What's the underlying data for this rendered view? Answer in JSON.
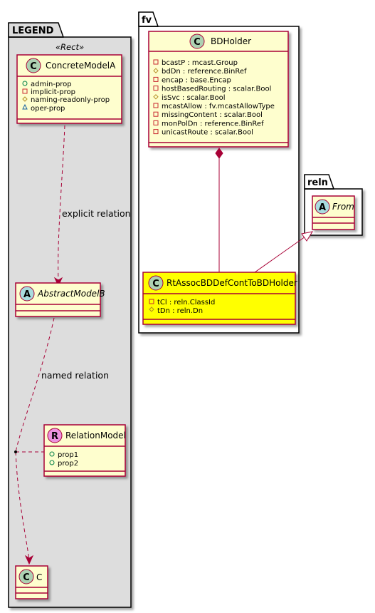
{
  "legend": {
    "package_name": "LEGEND",
    "stereotype": "«Rect»",
    "concrete": {
      "glyph": "C",
      "name": "ConcreteModelA",
      "attributes": [
        {
          "vis": "public",
          "text": "admin-prop"
        },
        {
          "vis": "private",
          "text": "implicit-prop"
        },
        {
          "vis": "protected",
          "text": "naming-readonly-prop"
        },
        {
          "vis": "package",
          "text": "oper-prop"
        }
      ]
    },
    "abstract": {
      "glyph": "A",
      "name": "AbstractModelB"
    },
    "relation_model": {
      "glyph": "R",
      "name": "RelationModel",
      "attributes": [
        {
          "vis": "public",
          "text": "prop1"
        },
        {
          "vis": "public",
          "text": "prop2"
        }
      ]
    },
    "c": {
      "glyph": "C",
      "name": "C"
    },
    "explicit_label": "explicit relation",
    "named_label": "named relation"
  },
  "fv": {
    "package_name": "fv",
    "bdholder": {
      "glyph": "C",
      "name": "BDHolder",
      "attributes": [
        {
          "vis": "private",
          "text": "bcastP : mcast.Group"
        },
        {
          "vis": "protected",
          "text": "bdDn : reference.BinRef"
        },
        {
          "vis": "private",
          "text": "encap : base.Encap"
        },
        {
          "vis": "private",
          "text": "hostBasedRouting : scalar.Bool"
        },
        {
          "vis": "protected",
          "text": "isSvc : scalar.Bool"
        },
        {
          "vis": "private",
          "text": "mcastAllow : fv.mcastAllowType"
        },
        {
          "vis": "private",
          "text": "missingContent : scalar.Bool"
        },
        {
          "vis": "private",
          "text": "monPolDn : reference.BinRef"
        },
        {
          "vis": "private",
          "text": "unicastRoute : scalar.Bool"
        }
      ]
    },
    "rtassoc": {
      "glyph": "C",
      "name": "RtAssocBDDefContToBDHolder",
      "attributes": [
        {
          "vis": "private",
          "text": "tCl : reln.ClassId"
        },
        {
          "vis": "protected",
          "text": "tDn : reln.Dn"
        }
      ]
    }
  },
  "reln": {
    "package_name": "reln",
    "from": {
      "glyph": "A",
      "name": "From"
    }
  },
  "colors": {
    "class_fill": "#FEFECE",
    "class_border": "#A80036",
    "highlight_fill": "#FFFF00",
    "legend_bg": "#DDDDDD",
    "glyph_class": "#ADD1B2",
    "glyph_abstract": "#A9DCDF",
    "glyph_relation": "#EB93DF"
  }
}
